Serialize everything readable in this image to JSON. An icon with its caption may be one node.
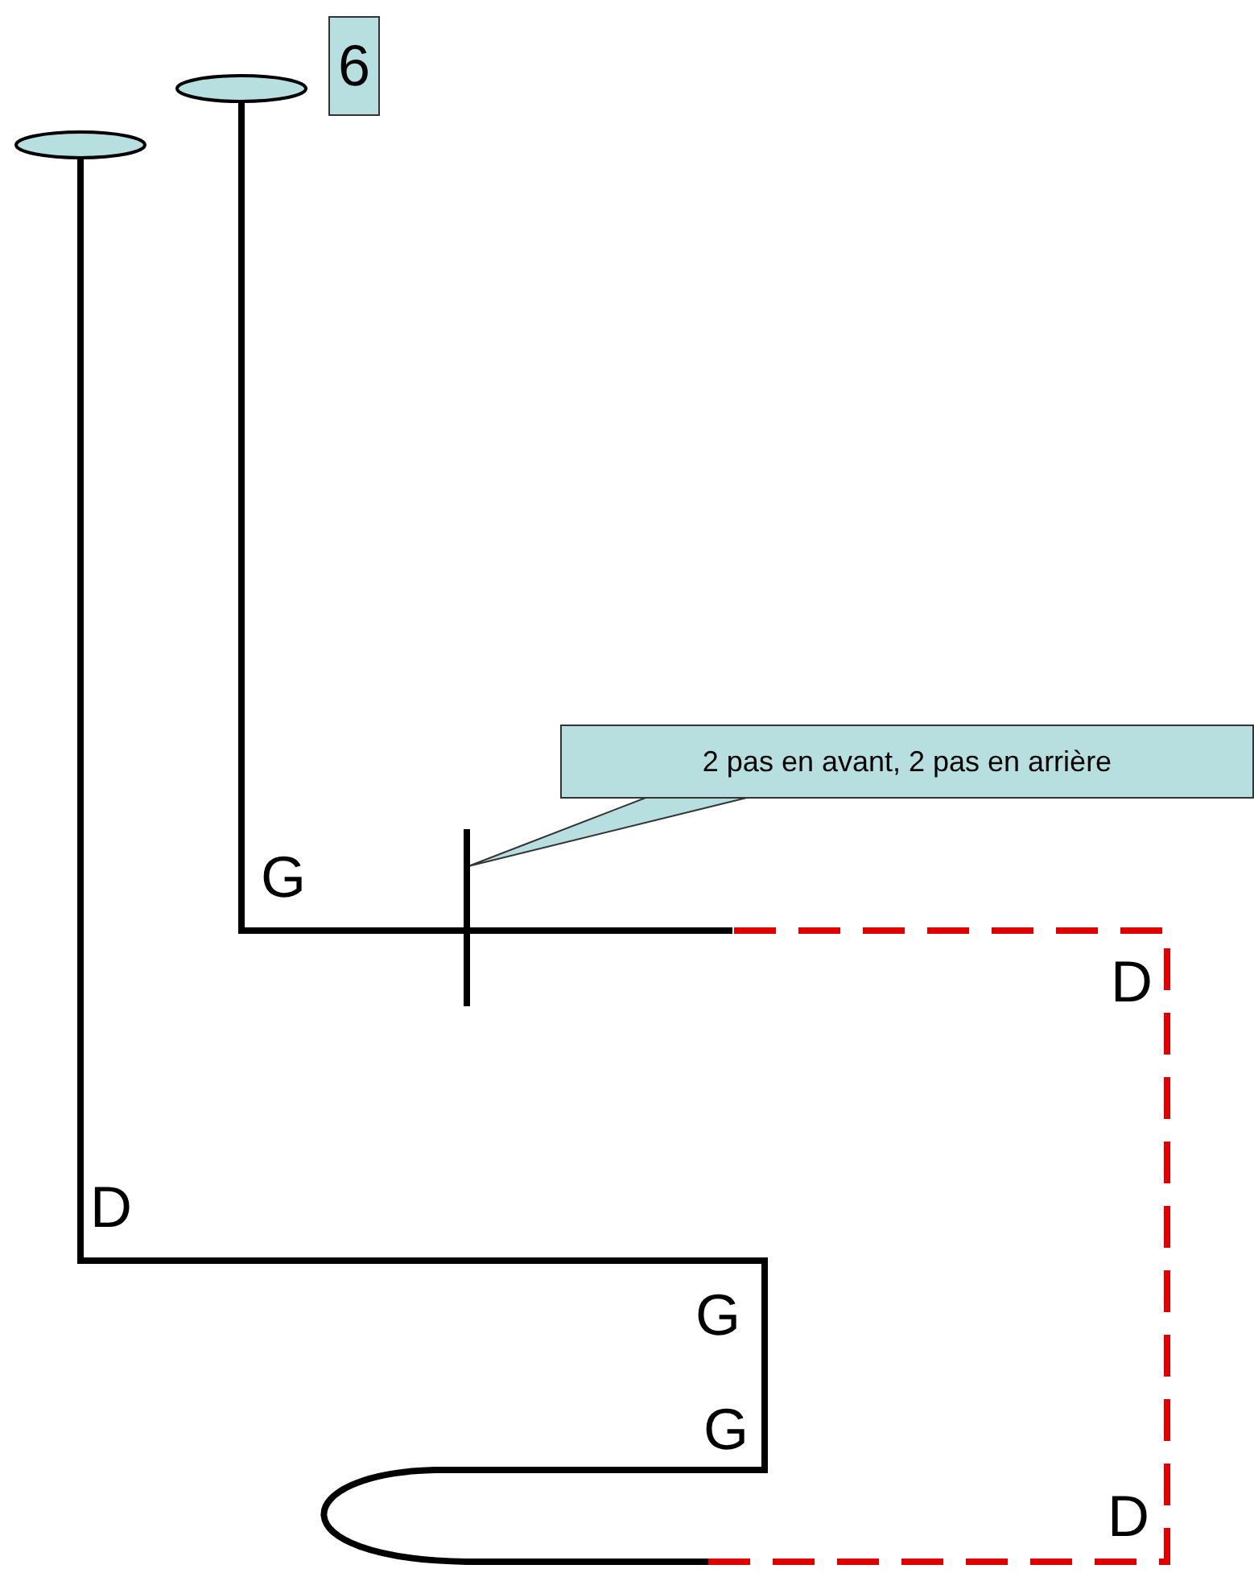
{
  "diagram": {
    "nodes": [
      {
        "text": [
          "6"
        ]
      },
      {
        "text": [
          "2 pas en avant, 2 pas en arrière"
        ]
      },
      {
        "text": [],
        "shape": "line"
      }
    ],
    "edges": [
      {
        "from": 1,
        "to": 2,
        "arrow": "none"
      }
    ],
    "labels": [
      "G",
      "D",
      "D",
      "G",
      "G",
      "D"
    ]
  }
}
